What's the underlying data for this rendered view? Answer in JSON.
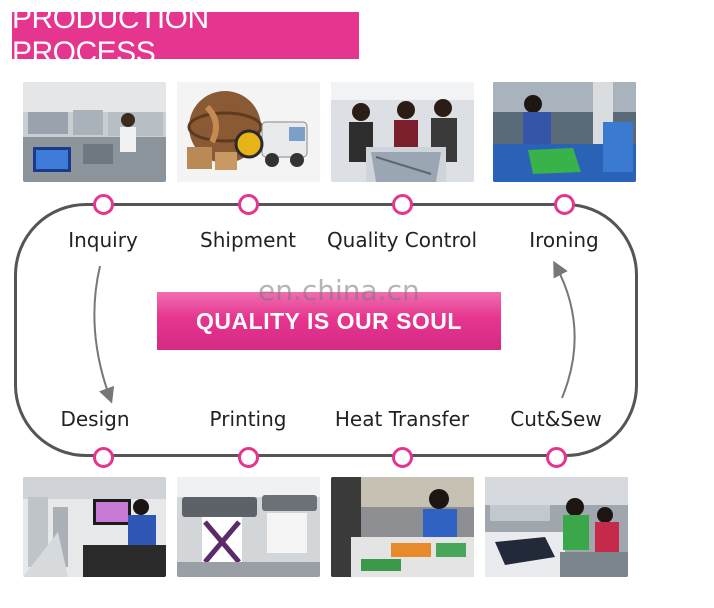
{
  "title": "PRODUCTION PROCESS",
  "slogan": "QUALITY IS OUR  SOUL",
  "watermark": "en.china.cn",
  "colors": {
    "accent": "#e5358f",
    "track": "#555555",
    "text": "#222222"
  },
  "steps_top": [
    {
      "label": "Inquiry",
      "photo": "office-photo"
    },
    {
      "label": "Shipment",
      "photo": "globe-truck-photo"
    },
    {
      "label": "Quality Control",
      "photo": "inspection-photo"
    },
    {
      "label": "Ironing",
      "photo": "ironing-photo"
    }
  ],
  "steps_bottom": [
    {
      "label": "Design",
      "photo": "design-office-photo"
    },
    {
      "label": "Printing",
      "photo": "printer-photo"
    },
    {
      "label": "Heat Transfer",
      "photo": "heat-transfer-photo"
    },
    {
      "label": "Cut&Sew",
      "photo": "sewing-workshop-photo"
    }
  ]
}
